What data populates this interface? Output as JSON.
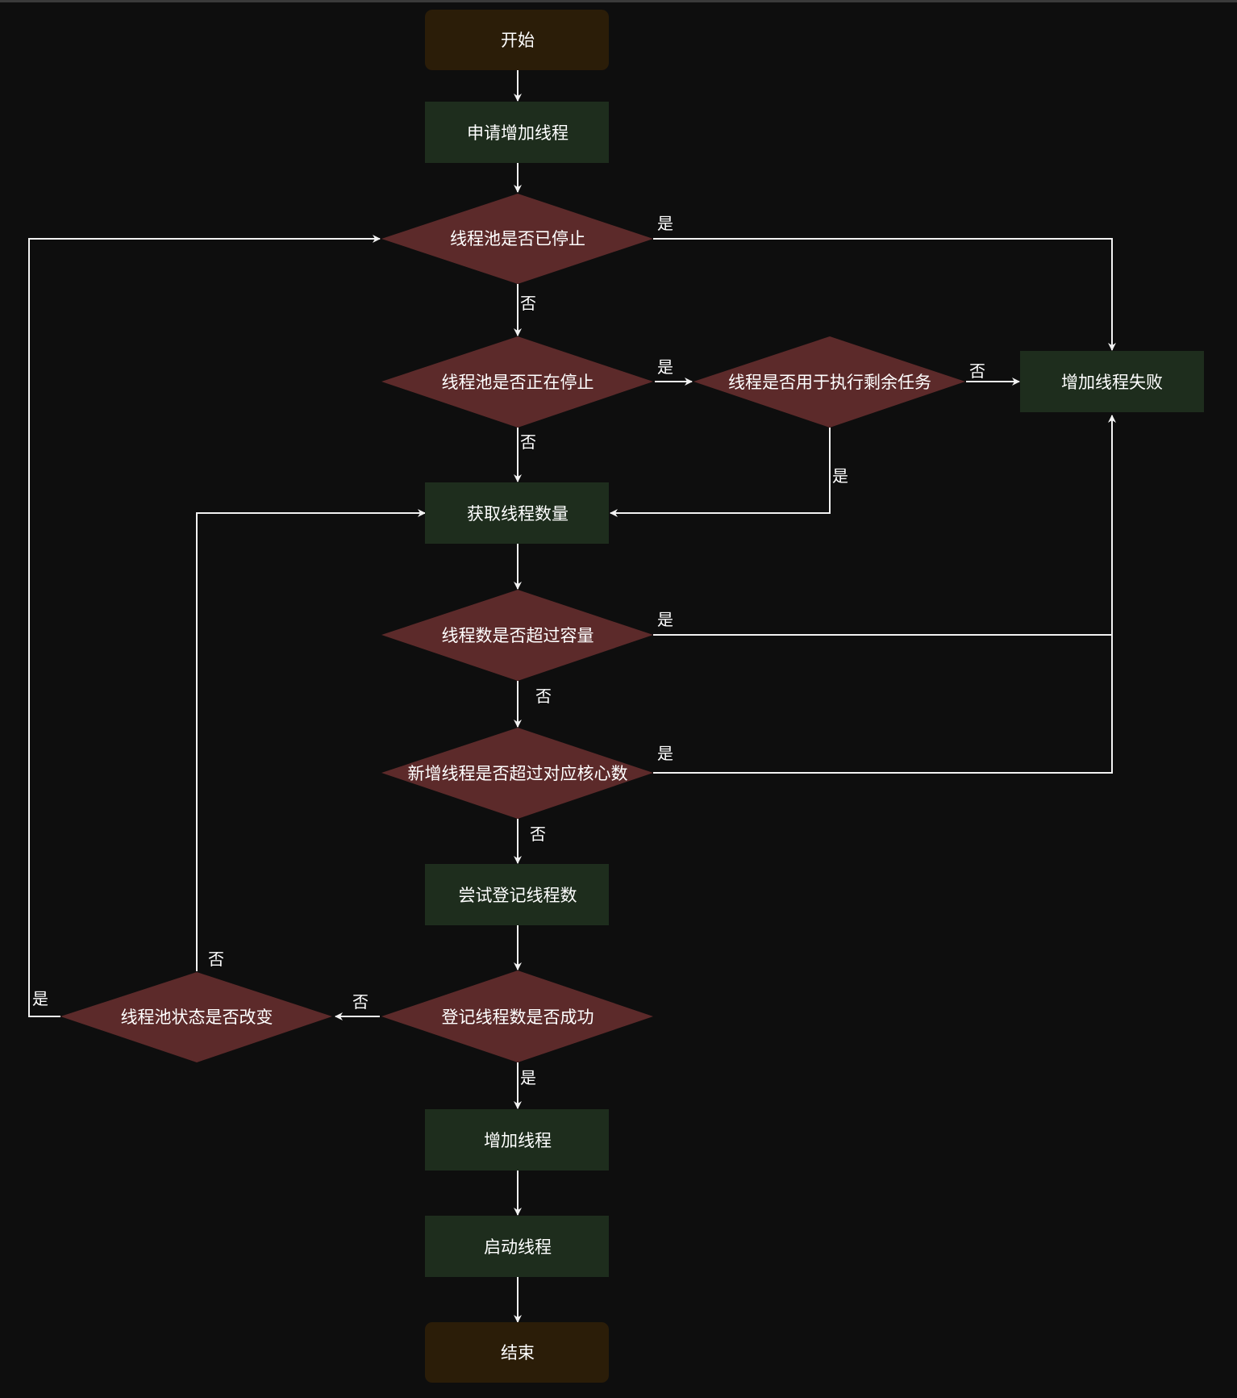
{
  "nodes": {
    "start": "开始",
    "apply_add_thread": "申请增加线程",
    "pool_stopped": "线程池是否已停止",
    "pool_stopping": "线程池是否正在停止",
    "thread_for_remaining_tasks": "线程是否用于执行剩余任务",
    "add_thread_failed": "增加线程失败",
    "get_thread_count": "获取线程数量",
    "count_exceeds_capacity": "线程数是否超过容量",
    "new_exceeds_core": "新增线程是否超过对应核心数",
    "try_register_count": "尝试登记线程数",
    "register_success": "登记线程数是否成功",
    "pool_state_changed": "线程池状态是否改变",
    "add_thread": "增加线程",
    "start_thread": "启动线程",
    "end": "结束"
  },
  "edge_labels": {
    "stopped_yes": "是",
    "stopped_no": "否",
    "stopping_yes": "是",
    "stopping_no": "否",
    "remaining_no": "否",
    "remaining_yes": "是",
    "capacity_yes": "是",
    "capacity_no": "否",
    "core_yes": "是",
    "core_no": "否",
    "register_no": "否",
    "register_yes": "是",
    "state_no": "否",
    "state_yes": "是"
  },
  "colors": {
    "background": "#0e0e0e",
    "terminal_fill": "#2b1d08",
    "process_fill": "#1e2d1d",
    "decision_fill": "#5c2a2a",
    "line": "#f2f2f2",
    "text": "#ffffff"
  }
}
